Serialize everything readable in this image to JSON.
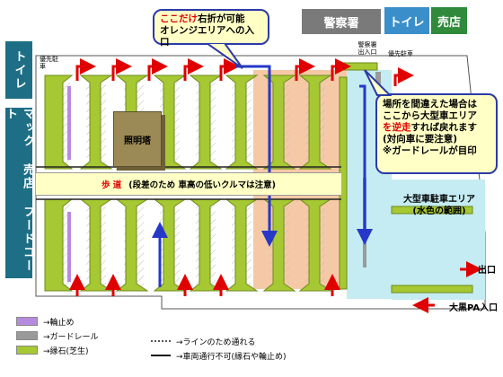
{
  "sidebar": {
    "toilet_label": "トイレ",
    "mac_label": "マック 売店 フードコート"
  },
  "buildings": {
    "police": "警察署",
    "toilet": "トイレ",
    "shop": "売店"
  },
  "small_labels": {
    "motorcycle_parking_left": "優先駐車",
    "police_entrance": "警察署出入口",
    "priority_parking_right": "優先駐車"
  },
  "callouts": {
    "top": {
      "line1": "ここだけ",
      "line1_rest": "右折が可能",
      "line2": "オレンジエリアへの入口"
    },
    "right": {
      "line1": "場所を間違えた場合は",
      "line2": "ここから大型車エリア",
      "line3_red": "を逆走",
      "line3_rest": "すれば戻れます",
      "line4": "(対向車に要注意)",
      "line5": "※ガードレールが目印"
    }
  },
  "lighting_tower": "照明塔",
  "walkway": {
    "title": "歩 道",
    "note": "(段差のため 車高の低いクルマは注意)"
  },
  "large_vehicle_area": {
    "line1": "大型車駐車エリア",
    "line2": "(水色の範囲)"
  },
  "exit_label": "出口",
  "entrance_label": "大黒PA入口",
  "legend": {
    "purple": "→輪止め",
    "gray": "→ガードレール",
    "green": "→縁石(芝生)",
    "dotted": "→ラインのため通れる",
    "solid": "→車両通行不可(縁石や輪止め)"
  },
  "colors": {
    "green_curb": "#a6c832",
    "purple_stop": "#b58be0",
    "orange_area": "#f5c9a6",
    "cyan_area": "#c4ecf2",
    "blue_arrow": "#2538c8",
    "red_arrow": "#e00000",
    "sidebar": "#1e6f86"
  }
}
